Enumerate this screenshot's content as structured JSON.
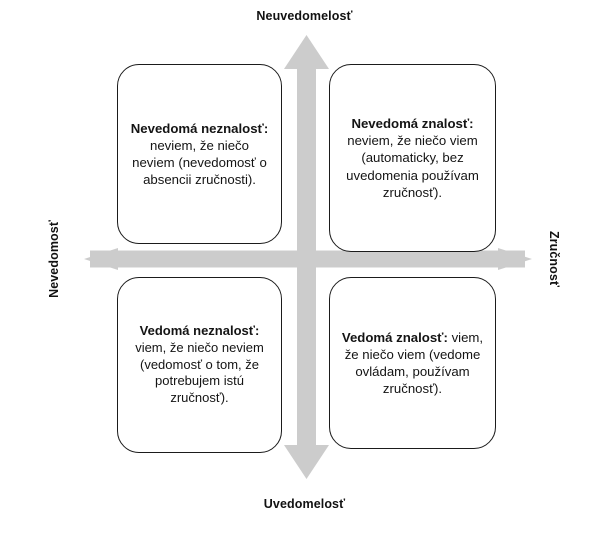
{
  "diagram": {
    "title": "Conscious Competence Learning Matrix (Slovak)",
    "arrow_color": "#cccccc",
    "box_border_color": "#1b1b1b",
    "text_color": "#141414"
  },
  "axes": {
    "top": "Neuvedomelosť",
    "bottom": "Uvedomelosť",
    "left": "Nevedomosť",
    "right": "Zručnosť"
  },
  "quadrants": {
    "top_left": {
      "heading": "Nevedomá neznalosť:",
      "body": "neviem, že niečo neviem (nevedomosť o absencii zručnosti).",
      "lines": [
        "Nevedomá",
        "neznalosť:",
        "neviem, že niečo",
        "neviem",
        "(nevedomosť o",
        "absencii",
        "zručnosti)."
      ]
    },
    "top_right": {
      "heading": "Nevedomá znalosť:",
      "body": "neviem, že niečo viem (automaticky, bez uvedomenia používam zručnosť).",
      "lines": [
        "Nevedomá",
        "znalosť: neviem,",
        "že niečo viem",
        "(automaticky, bez",
        "uvedomenia",
        "používam",
        "zručnosť)."
      ]
    },
    "bottom_left": {
      "heading": "Vedomá neznalosť:",
      "body": "viem, že niečo neviem (vedomosť o tom, že potrebujem istú zručnosť).",
      "lines": [
        "Vedomá",
        "neznalosť:  viem,",
        "že niečo neviem",
        "(vedomosť o tom,",
        "že potrebujem istú",
        "zručnosť)."
      ]
    },
    "bottom_right": {
      "heading": "Vedomá znalosť:",
      "body": "viem, že niečo viem (vedome ovládam, používam zručnosť).",
      "lines": [
        "Vedomá znalosť:",
        "viem, že niečo",
        "viem (vedome",
        "ovládam,",
        "používam",
        "zručnosť)."
      ]
    }
  }
}
